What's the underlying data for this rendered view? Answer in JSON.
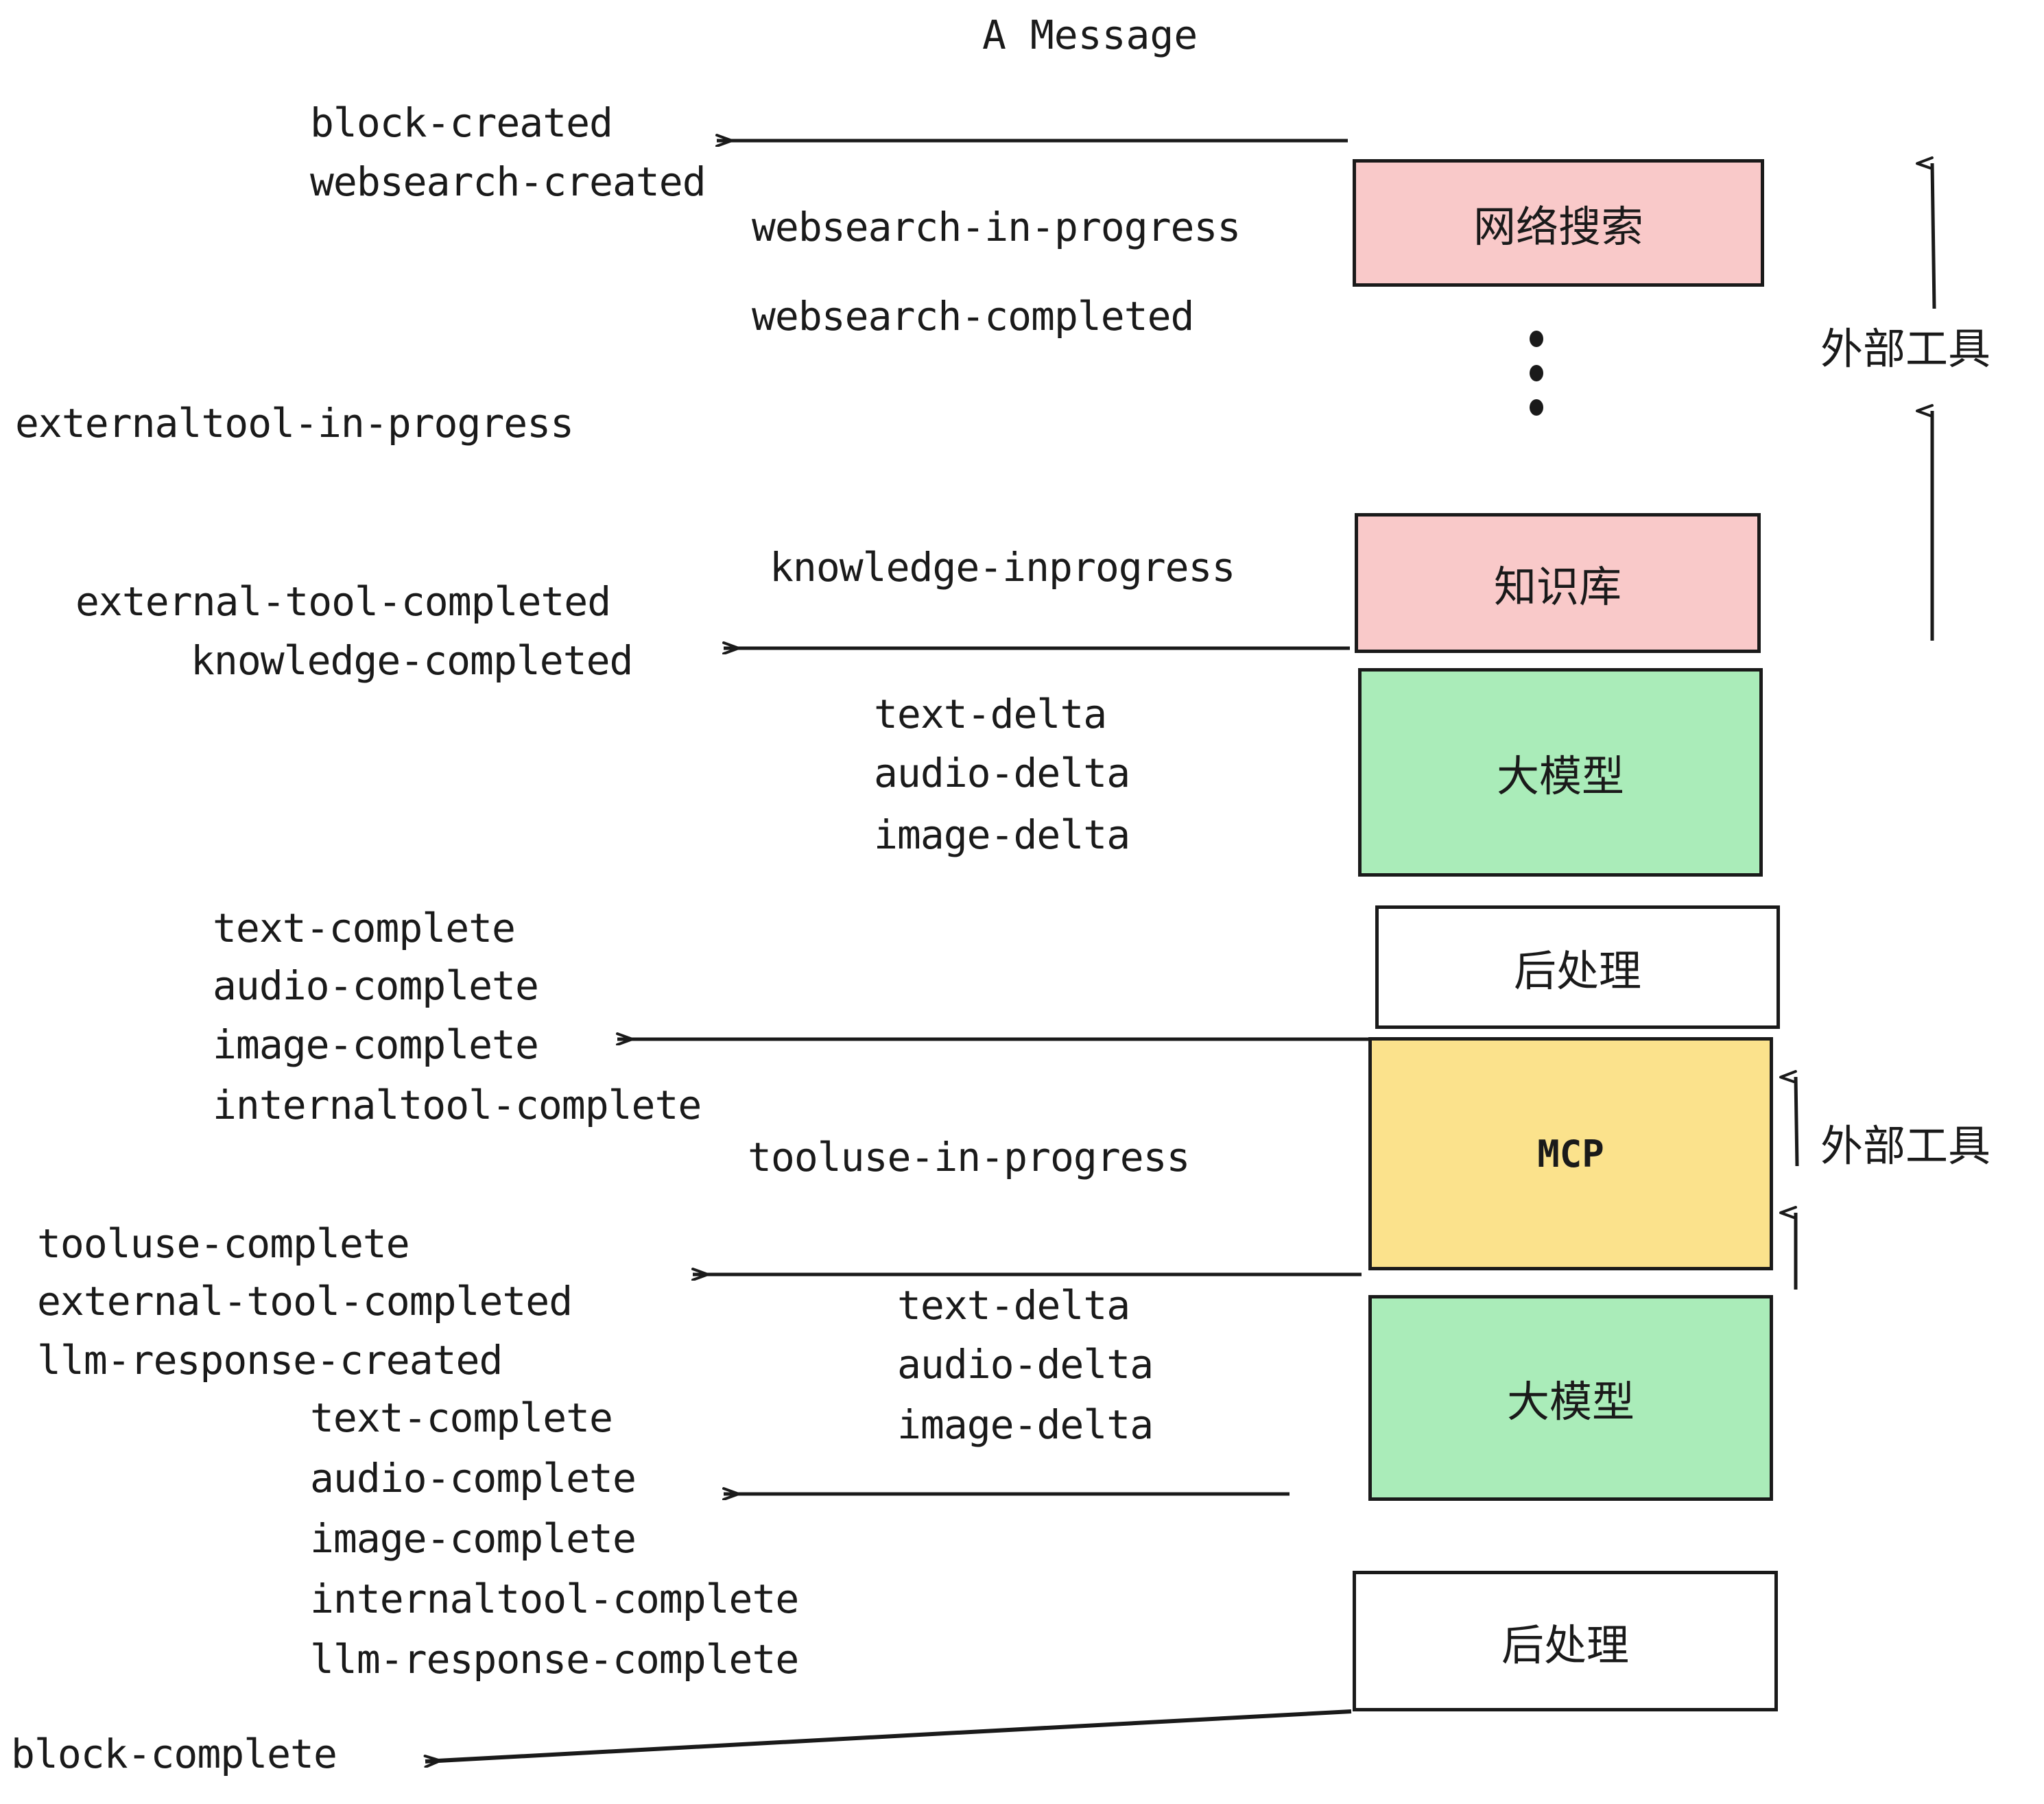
{
  "title": "A Message",
  "colors": {
    "stroke": "#1a1a1a",
    "pink": "#f9c9c9",
    "green": "#aaecb9",
    "yellow": "#fbe28c",
    "white": "#ffffff",
    "text": "#1a1a1a"
  },
  "nodes": [
    {
      "id": "websearch",
      "label": "网络搜索",
      "fill": "pink"
    },
    {
      "id": "knowledge",
      "label": "知识库",
      "fill": "pink"
    },
    {
      "id": "llm-1",
      "label": "大模型",
      "fill": "green"
    },
    {
      "id": "postprocess-1",
      "label": "后处理",
      "fill": "white"
    },
    {
      "id": "mcp",
      "label": "MCP",
      "fill": "yellow"
    },
    {
      "id": "llm-2",
      "label": "大模型",
      "fill": "green"
    },
    {
      "id": "postprocess-2",
      "label": "后处理",
      "fill": "white"
    }
  ],
  "external_tool_labels": {
    "top": "外部工具",
    "bottom": "外部工具"
  },
  "events": {
    "group_a": [
      "block-created",
      "websearch-created"
    ],
    "group_b": [
      "websearch-in-progress",
      "websearch-completed"
    ],
    "externaltool_in_progress": "externaltool-in-progress",
    "knowledge_inprogress": "knowledge-inprogress",
    "group_c": [
      "external-tool-completed",
      "knowledge-completed"
    ],
    "deltas_1": [
      "text-delta",
      "audio-delta",
      "image-delta"
    ],
    "group_d": [
      "text-complete",
      "audio-complete",
      "image-complete",
      "internaltool-complete"
    ],
    "tooluse_in_progress": "tooluse-in-progress",
    "group_e": [
      "tooluse-complete",
      "external-tool-completed",
      "llm-response-created"
    ],
    "deltas_2": [
      "text-delta",
      "audio-delta",
      "image-delta"
    ],
    "group_f": [
      "text-complete",
      "audio-complete",
      "image-complete",
      "internaltool-complete",
      "llm-response-complete"
    ],
    "block_complete": "block-complete"
  }
}
